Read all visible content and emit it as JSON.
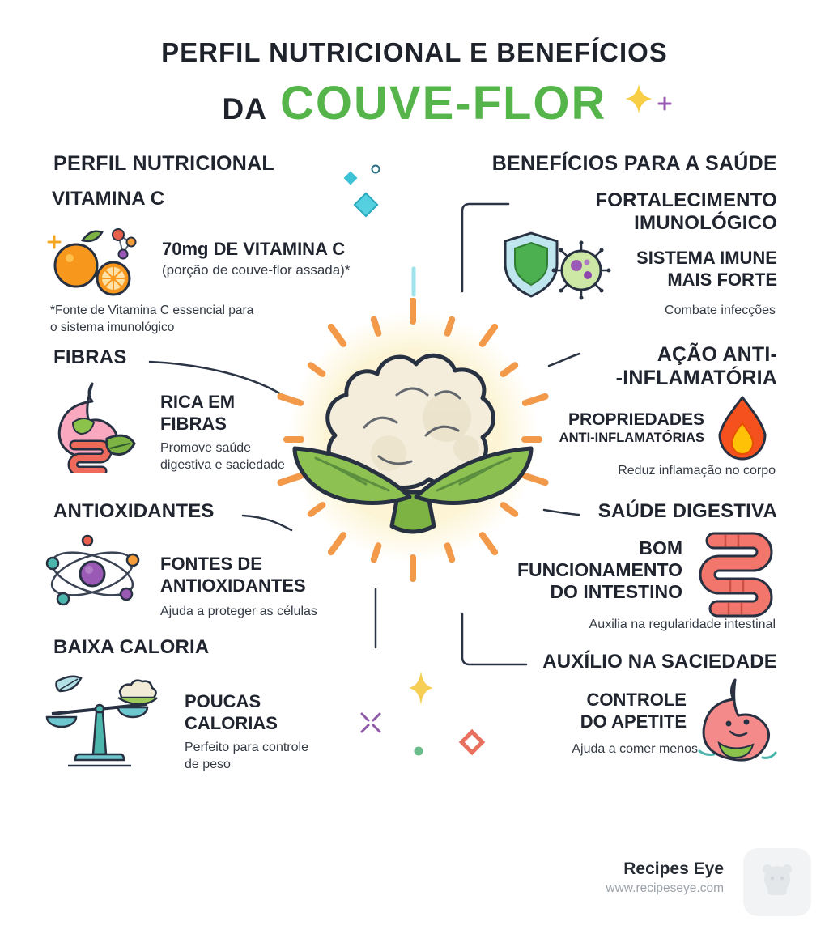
{
  "header": {
    "title_line1": "PERFIL NUTRICIONAL E BENEFÍCIOS",
    "title_prefix": "DA",
    "title_highlight": "COUVE-FLOR"
  },
  "left_column": {
    "header": "PERFIL NUTRICIONAL",
    "sections": [
      {
        "heading": "VITAMINA C",
        "icon": "oranges-icon",
        "title": "70mg DE VITAMINA C",
        "subtitle": "(porção de couve-flor assada)*",
        "note": "*Fonte de Vitamina C essencial para\no sistema imunológico"
      },
      {
        "heading": "FIBRAS",
        "icon": "digestive-system-icon",
        "title": "RICA EM\nFIBRAS",
        "description": "Promove saúde\ndigestiva e saciedade"
      },
      {
        "heading": "ANTIOXIDANTES",
        "icon": "atom-icon",
        "title": "FONTES DE\nANTIOXIDANTES",
        "description": "Ajuda a proteger as células"
      },
      {
        "heading": "BAIXA CALORIA",
        "icon": "scale-icon",
        "title": "POUCAS\nCALORIAS",
        "description": "Perfeito para controle\nde peso"
      }
    ]
  },
  "right_column": {
    "header": "BENEFÍCIOS PARA A SAÚDE",
    "sections": [
      {
        "heading": "FORTALECIMENTO\nIMUNOLÓGICO",
        "icon": "shield-virus-icon",
        "title": "SISTEMA IMUNE\nMAIS FORTE",
        "description": "Combate infecções"
      },
      {
        "heading": "AÇÃO ANTI-\n-INFLAMATÓRIA",
        "icon": "flame-icon",
        "title": "PROPRIEDADES",
        "subtitle": "ANTI-INFLAMATÓRIAS",
        "description": "Reduz inflamação no corpo"
      },
      {
        "heading": "SAÚDE DIGESTIVA",
        "icon": "intestine-icon",
        "title": "BOM\nFUNCIONAMENTO\nDO INTESTINO",
        "description": "Auxilia na regularidade intestinal"
      },
      {
        "heading": "AUXÍLIO NA SACIEDADE",
        "icon": "happy-stomach-icon",
        "title": "CONTROLE\nDO APETITE",
        "description": "Ajuda a comer menos"
      }
    ]
  },
  "footer": {
    "brand": "Recipes Eye",
    "website": "www.recipeseye.com"
  },
  "colors": {
    "green": "#55B54A",
    "dark": "#20242E",
    "orange": "#F2994A",
    "teal": "#4DCBDD",
    "purple": "#9B59B6",
    "coral": "#E8705E"
  }
}
